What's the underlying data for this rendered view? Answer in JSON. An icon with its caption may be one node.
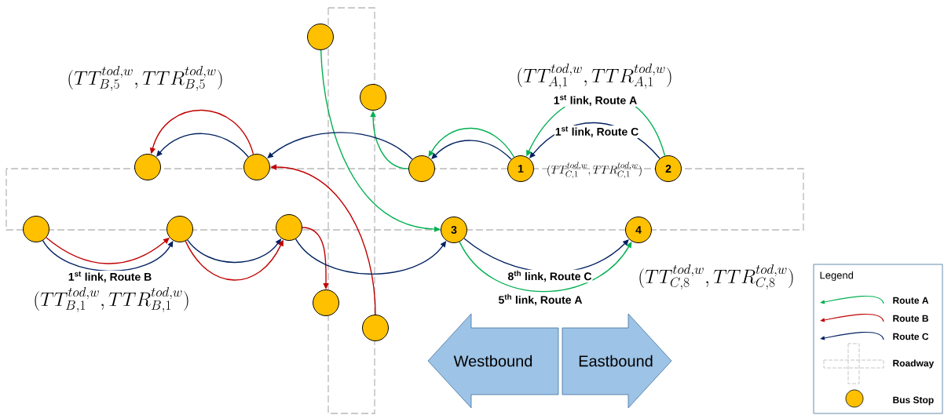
{
  "diagram": {
    "nodes": [
      {
        "text": [],
        "shape": "circle"
      },
      {
        "text": [],
        "shape": "circle"
      },
      {
        "text": [],
        "shape": "circle"
      },
      {
        "text": [],
        "shape": "circle"
      },
      {
        "text": [],
        "shape": "circle"
      },
      {
        "text": [
          "1"
        ]
      },
      {
        "text": [
          "2"
        ]
      },
      {
        "text": [],
        "shape": "circle"
      },
      {
        "text": [],
        "shape": "circle"
      },
      {
        "text": [],
        "shape": "circle"
      },
      {
        "text": [
          "3"
        ]
      },
      {
        "text": [
          "4"
        ]
      },
      {
        "text": [],
        "shape": "circle"
      },
      {
        "text": [],
        "shape": "circle"
      },
      {
        "text": [
          "Westbound"
        ]
      },
      {
        "text": [
          "Eastbound"
        ]
      }
    ],
    "edges": [
      {
        "from": 0,
        "to": 10,
        "arrow": "to",
        "color": "#00b050"
      },
      {
        "from": 6,
        "to": 5,
        "arrow": "to",
        "color": "#00b050",
        "label": "1$^{st}$ link, Route A"
      },
      {
        "from": 6,
        "to": 5,
        "arrow": "to",
        "label": "1$^{st}$ link, Route C"
      },
      {
        "from": 5,
        "to": 4,
        "arrow": "to",
        "color": "#00b050"
      },
      {
        "from": 5,
        "to": 4,
        "arrow": "to"
      },
      {
        "from": 4,
        "to": 1,
        "arrow": "to",
        "color": "#00b050"
      },
      {
        "from": 4,
        "to": 3,
        "arrow": "to"
      },
      {
        "from": 3,
        "to": 2,
        "arrow": "to"
      },
      {
        "from": 3,
        "to": 2,
        "arrow": "to",
        "color": "#c00000"
      },
      {
        "from": 7,
        "to": 8,
        "arrow": "to"
      },
      {
        "from": 7,
        "to": 8,
        "arrow": "to",
        "color": "#c00000",
        "label": "1$^{st}$ link,  Route B"
      },
      {
        "from": 8,
        "to": 9,
        "arrow": "to"
      },
      {
        "from": 8,
        "to": 9,
        "arrow": "to",
        "color": "#c00000"
      },
      {
        "from": 9,
        "to": 12,
        "arrow": "to",
        "color": "#c00000"
      },
      {
        "from": 13,
        "to": 3,
        "arrow": "to",
        "color": "#c00000"
      },
      {
        "from": 9,
        "to": 10,
        "arrow": "to"
      },
      {
        "from": 10,
        "to": 11,
        "arrow": "to",
        "label": "8$^{th}$ link, Route C"
      },
      {
        "from": 10,
        "to": 11,
        "arrow": "to",
        "color": "#00b050",
        "label": "5$^{th}$ link,  Route A"
      }
    ],
    "labels": [
      "(TT_{B,5}^{tod,w},TTR_{B,5}^{tod,w})",
      "(TT_{A,1}^{tod,w},TTR_{A,1}^{tod,w})",
      "(TT_{C,1}^{tod,w},TTR_{C,1}^{tod,w})",
      "(TT_{B,1}^{tod,w},TTR_{B,1}^{tod,w})",
      "(TT_{C,8}^{tod,w},TTR_{C,8}^{tod,w})",
      "Legend"
    ],
    "legend": [
      {
        "text": "Route A"
      },
      {
        "text": "Route B"
      },
      {
        "text": "Route C"
      },
      {
        "text": "Roadway"
      },
      {
        "text": "Bus Stop"
      }
    ]
  }
}
